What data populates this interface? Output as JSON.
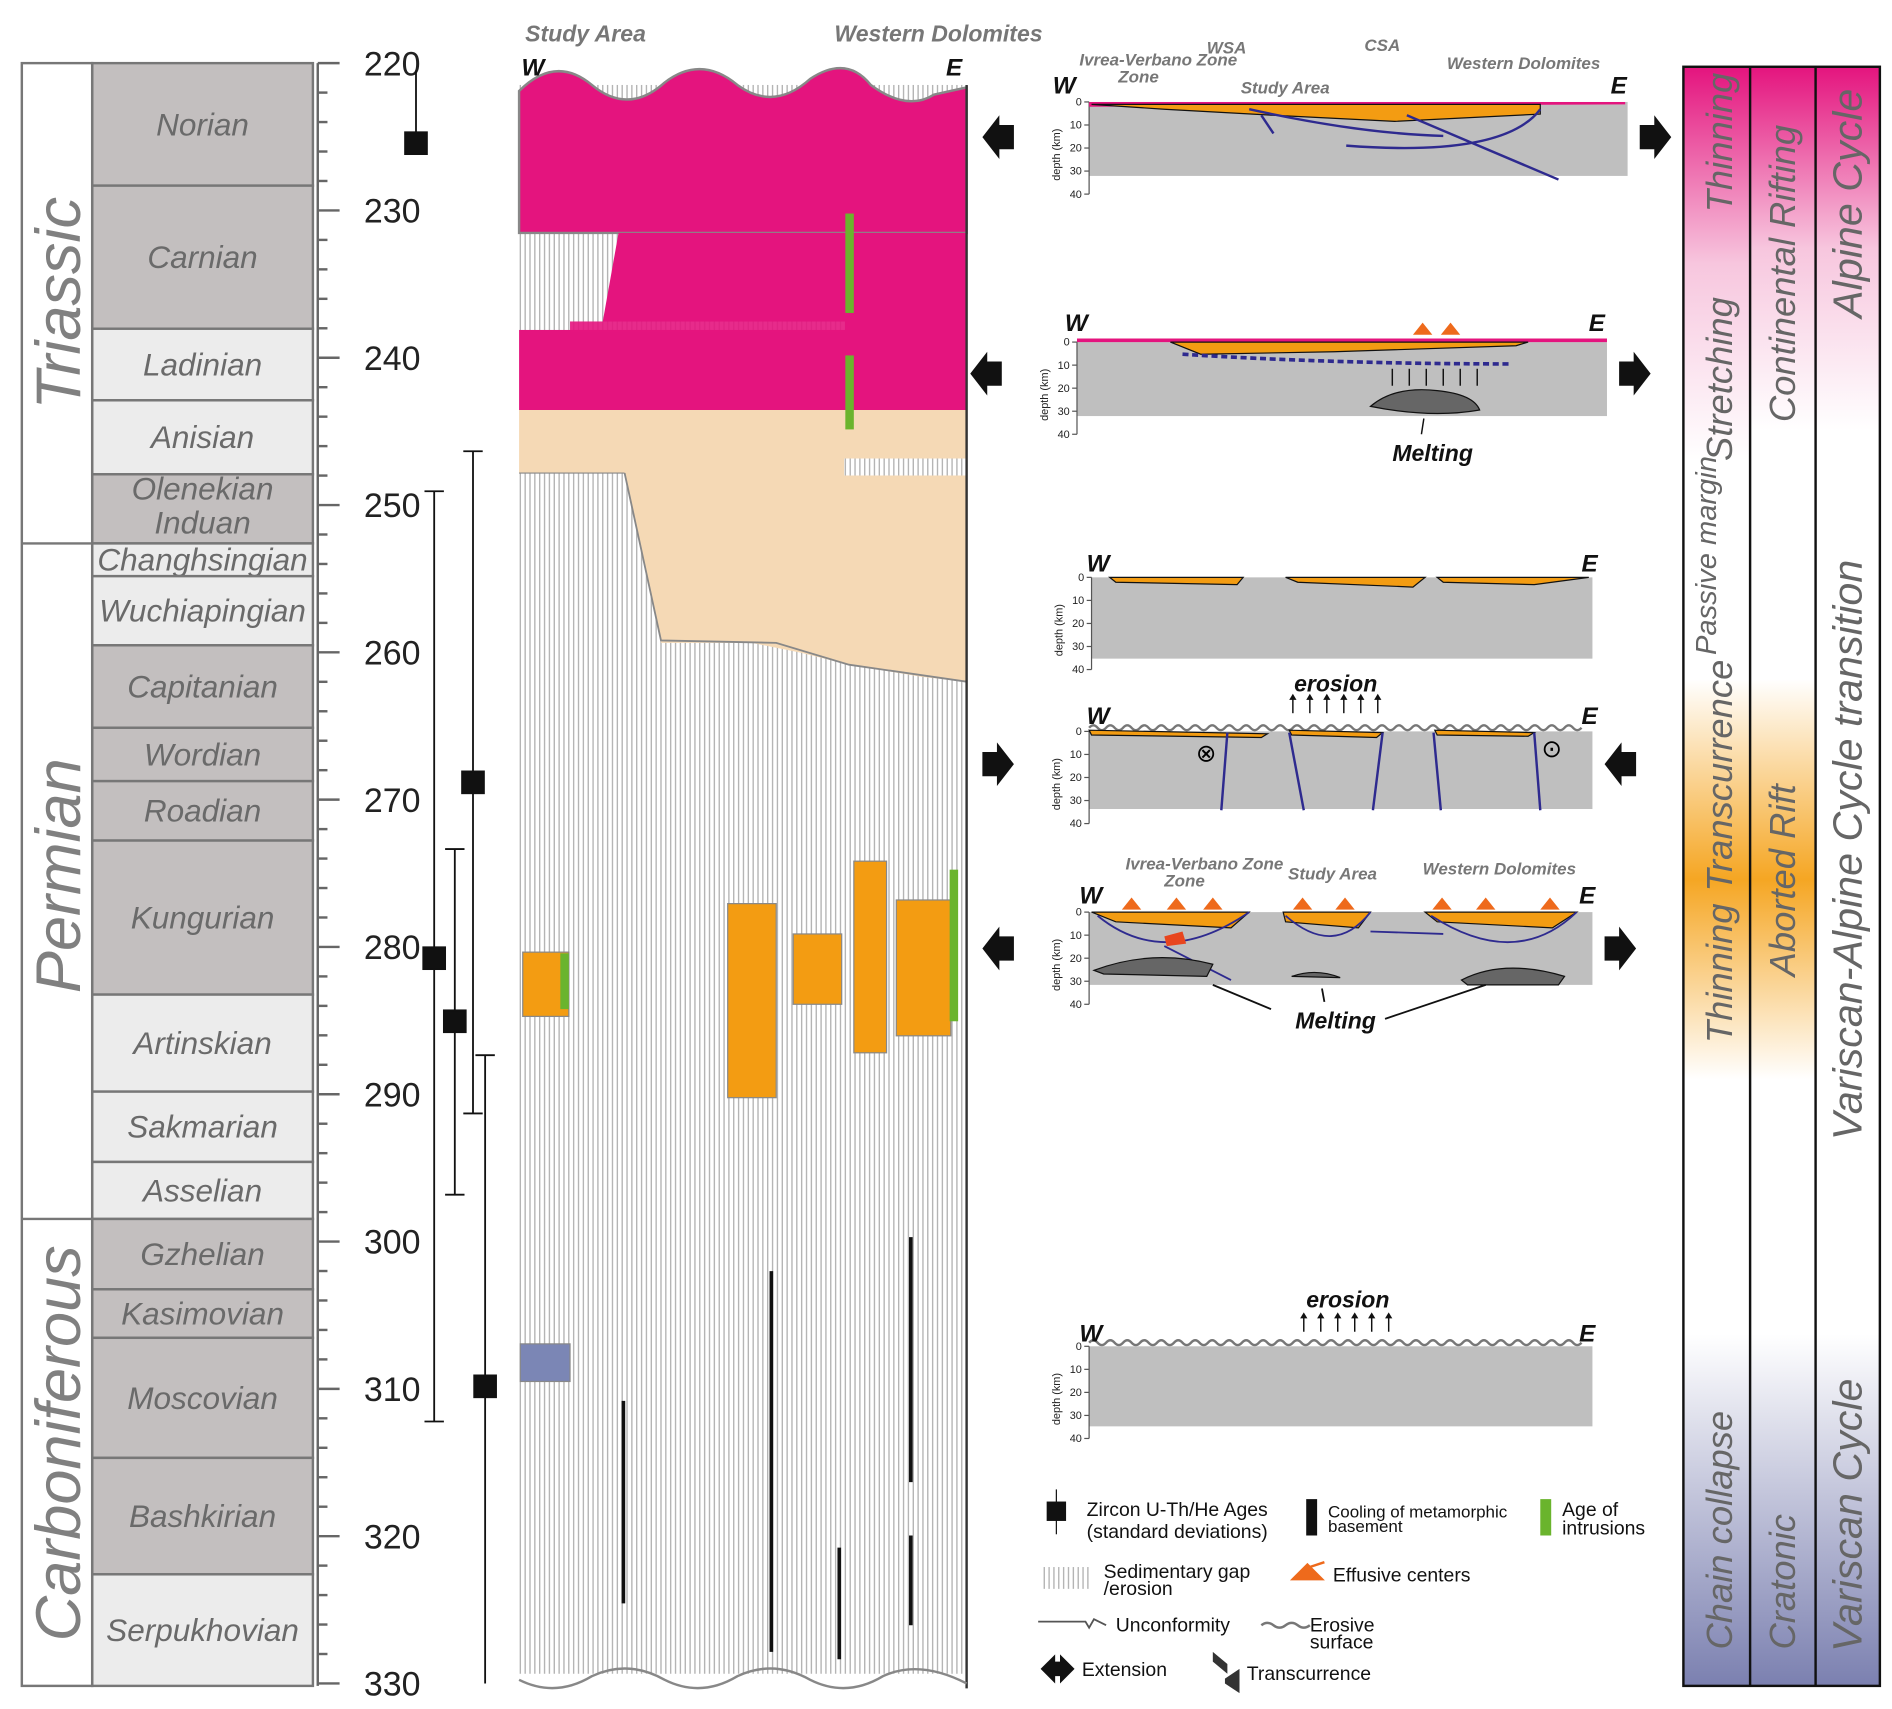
{
  "timescale": {
    "ticks": [
      "220",
      "230",
      "240",
      "250",
      "260",
      "270",
      "280",
      "290",
      "300",
      "310",
      "320",
      "330"
    ],
    "periods": [
      "Triassic",
      "Permian",
      "Carboniferous"
    ],
    "stages": [
      "Norian",
      "Carnian",
      "Ladinian",
      "Anisian",
      "Olenekian",
      "Induan",
      "Changhsingian",
      "Wuchiapingian",
      "Capitanian",
      "Wordian",
      "Roadian",
      "Kungurian",
      "Artinskian",
      "Sakmarian",
      "Asselian",
      "Gzhelian",
      "Kasimovian",
      "Moscovian",
      "Bashkirian",
      "Serpukhovian"
    ]
  },
  "column": {
    "title_left": "Study Area",
    "title_right": "Western Dolomites",
    "w": "W",
    "e": "E"
  },
  "colors": {
    "triassic_volcanics": "#e4147e",
    "sediments": "#f5d9b5",
    "volcanics": "#f39c12",
    "basement": "#bfbfbf",
    "intrusions": "#6ab42d",
    "moscovian_unit": "#7b86b5",
    "fault": "#2e2a8f"
  },
  "sections": {
    "s1": {
      "w": "W",
      "e": "E",
      "labels": [
        "Ivrea-Verbano Zone",
        "WSA",
        "CSA",
        "Study Area",
        "Western Dolomites"
      ]
    },
    "s2": {
      "w": "W",
      "e": "E",
      "melting": "Melting"
    },
    "s3": {
      "w": "W",
      "e": "E"
    },
    "s4": {
      "w": "W",
      "e": "E",
      "erosion": "erosion"
    },
    "s5": {
      "w": "W",
      "e": "E",
      "labels": [
        "Ivrea-Verbano Zone",
        "Study Area",
        "Western Dolomites"
      ],
      "melting": "Melting"
    },
    "s6": {
      "w": "W",
      "e": "E",
      "erosion": "erosion"
    },
    "depth_axis": {
      "label": "depth (km)",
      "ticks": [
        "0",
        "10",
        "20",
        "30",
        "40"
      ]
    }
  },
  "phases": {
    "col1": [
      "Thinning",
      "Stretching",
      "Passive margin",
      "Transcurrence",
      "Thinning",
      "Chain collapse"
    ],
    "col2": [
      "Continental Rifting",
      "Aborted Rift",
      "Cratonic"
    ],
    "col3": [
      "Alpine Cycle",
      "Variscan-Alpine Cycle transition",
      "Variscan Cycle"
    ]
  },
  "legend": {
    "zircon": "Zircon U-Th/He Ages",
    "zircon2": "(standard deviations)",
    "cooling": "Cooling of metamorphic",
    "cooling2": "basement",
    "intrusions": "Age of",
    "intrusions2": "intrusions",
    "gap": "Sedimentary gap",
    "gap2": "/erosion",
    "effusive": "Effusive centers",
    "unconformity": "Unconformity",
    "erosive": "Erosive",
    "erosive2": "surface",
    "extension": "Extension",
    "transcurrence": "Transcurrence"
  }
}
